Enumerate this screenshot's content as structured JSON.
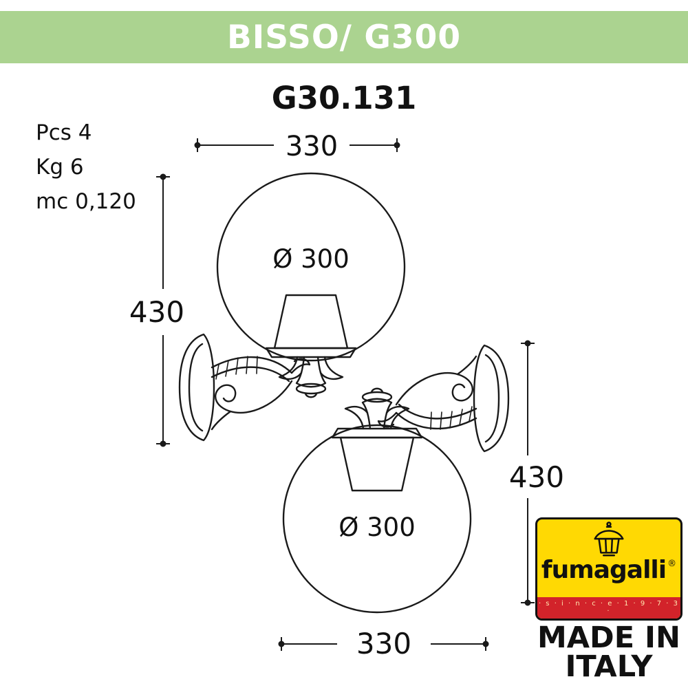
{
  "header": {
    "title": "BISSO/ G300",
    "bg_color": "#abd390",
    "text_color": "#ffffff"
  },
  "product": {
    "code": "G30.131"
  },
  "specs": {
    "pcs": "Pcs 4",
    "kg": "Kg 6",
    "mc": "mc 0,120"
  },
  "dimensions": {
    "top_width": "330",
    "bottom_width": "330",
    "left_height": "430",
    "right_height": "430",
    "globe_top_diameter": "Ø 300",
    "globe_bottom_diameter": "Ø 300"
  },
  "drawing": {
    "description": "Two wall-mounted globe lanterns (one up-light, one down-light) with ornate scroll brackets",
    "stroke_color": "#1a1a1a"
  },
  "logo": {
    "brand": "fumagalli",
    "registered": "®",
    "since": "· s · i · n · c · e ·  1 · 9 · 7 · 3 ·",
    "made_in_line1": "MADE IN",
    "made_in_line2": "ITALY",
    "colors": {
      "yellow": "#FFD903",
      "red": "#D2232A",
      "black": "#111111"
    }
  }
}
